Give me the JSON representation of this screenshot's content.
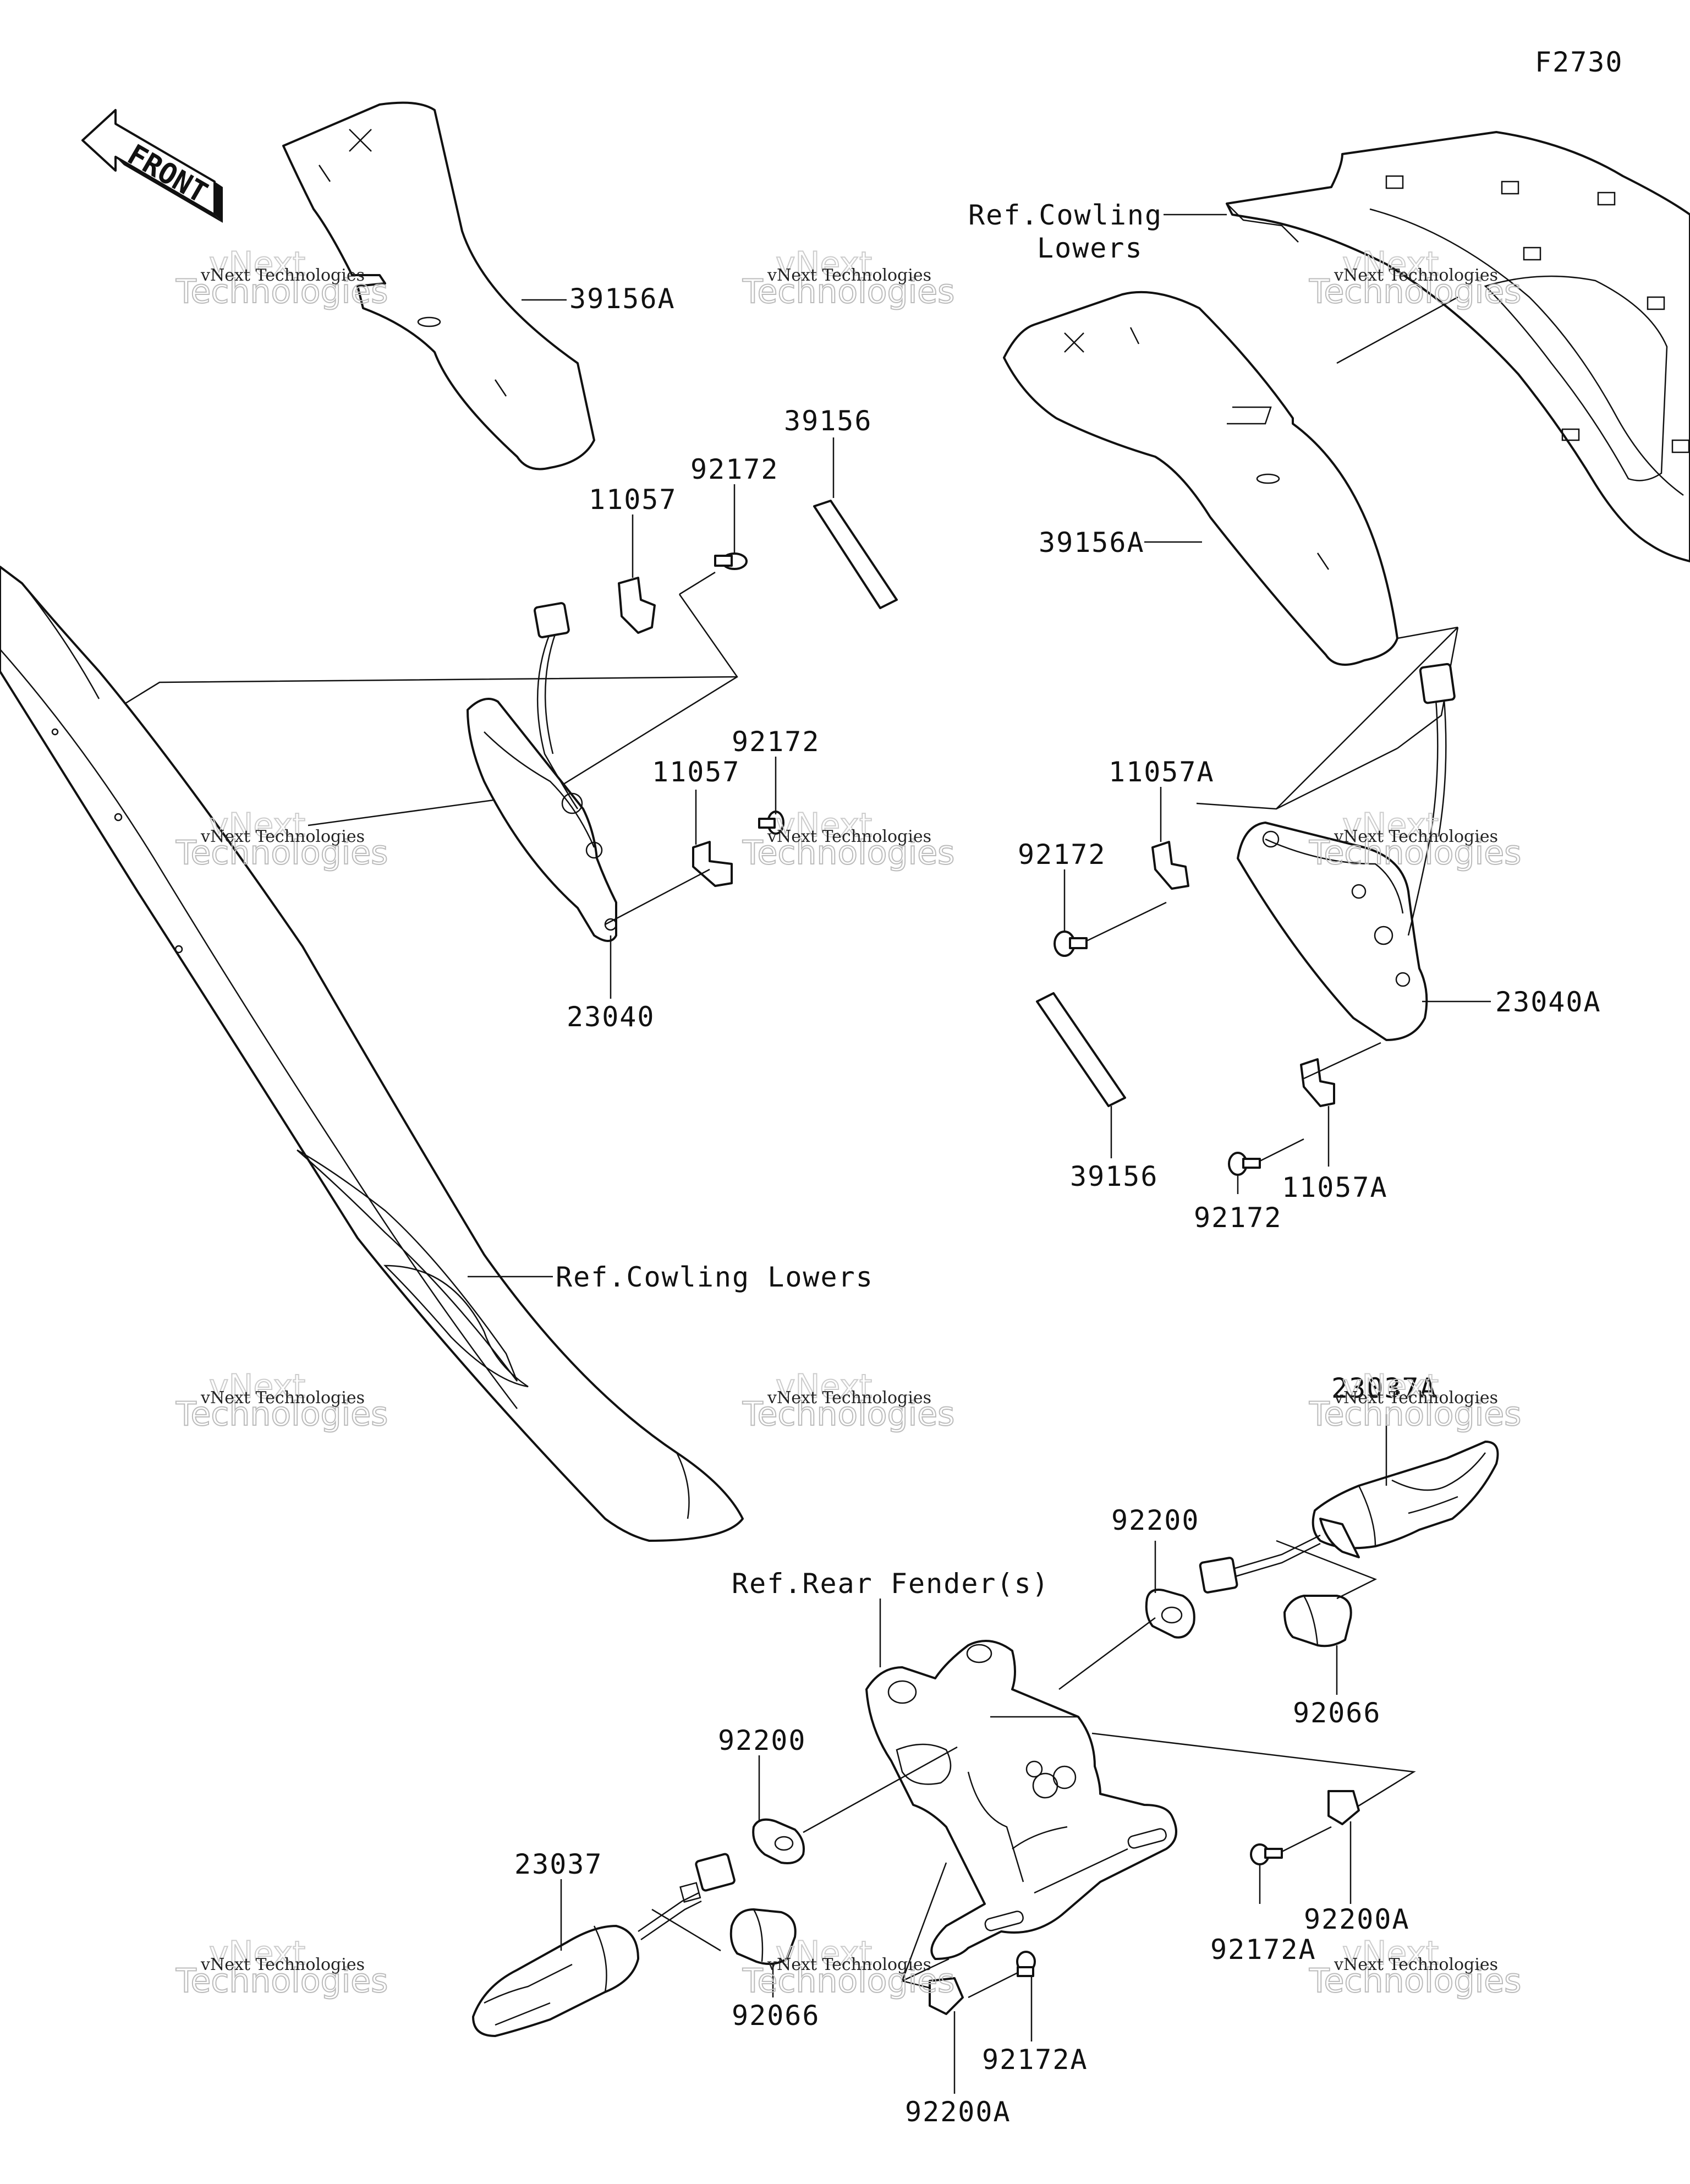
{
  "figure_code": "F2730",
  "front_arrow_label": "FRONT",
  "watermark": {
    "line1": "vNext Technologies",
    "line2": "Technologies",
    "line3": "vNext"
  },
  "labels": {
    "p39156A_left": "39156A",
    "p39156A_right": "39156A",
    "p39156_left": "39156",
    "p39156_right": "39156",
    "p11057_top": "11057",
    "p11057_mid": "11057",
    "p92172_top": "92172",
    "p92172_mid": "92172",
    "p23040": "23040",
    "p11057A_top": "11057A",
    "p11057A_bottom": "11057A",
    "p92172_right_top": "92172",
    "p92172_right_bottom": "92172",
    "p23040A": "23040A",
    "ref_cowling_upper_l1": "Ref.Cowling",
    "ref_cowling_upper_l2": "Lowers",
    "ref_cowling_lower": "Ref.Cowling Lowers",
    "ref_rear_fender": "Ref.Rear Fender(s)",
    "p23037A": "23037A",
    "p92200_right": "92200",
    "p92066_right": "92066",
    "p92200_left": "92200",
    "p23037": "23037",
    "p92066_left": "92066",
    "p92172A_right": "92172A",
    "p92200A_right": "92200A",
    "p92172A_bottom": "92172A",
    "p92200A_bottom": "92200A"
  }
}
